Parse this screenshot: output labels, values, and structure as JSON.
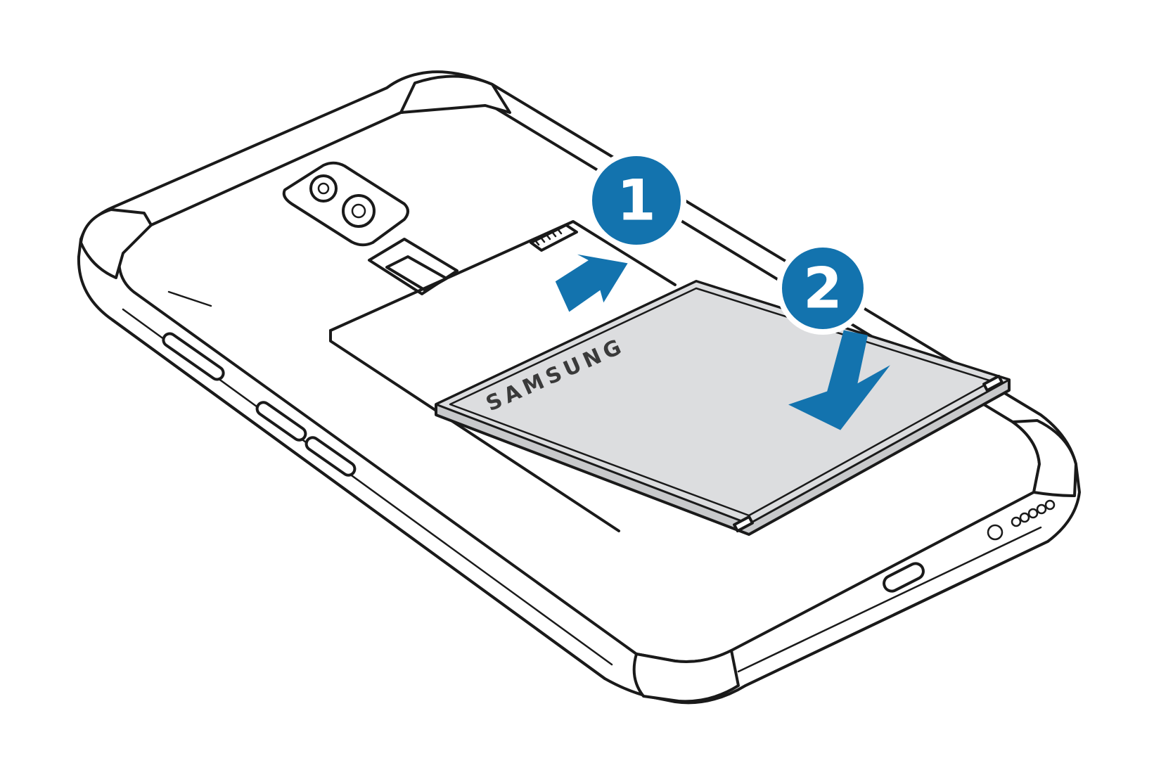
{
  "diagram": {
    "badges": [
      {
        "label": "1"
      },
      {
        "label": "2"
      }
    ],
    "battery_brand": "SAMSUNG",
    "colors": {
      "accent_blue": "#1373ae",
      "battery_grey": "#dcdddf",
      "line": "#1a1a1a",
      "background": "#ffffff"
    },
    "icons": {
      "step1_arrow": "arrow-up-right-icon",
      "step2_arrow": "arrow-down-icon"
    }
  }
}
